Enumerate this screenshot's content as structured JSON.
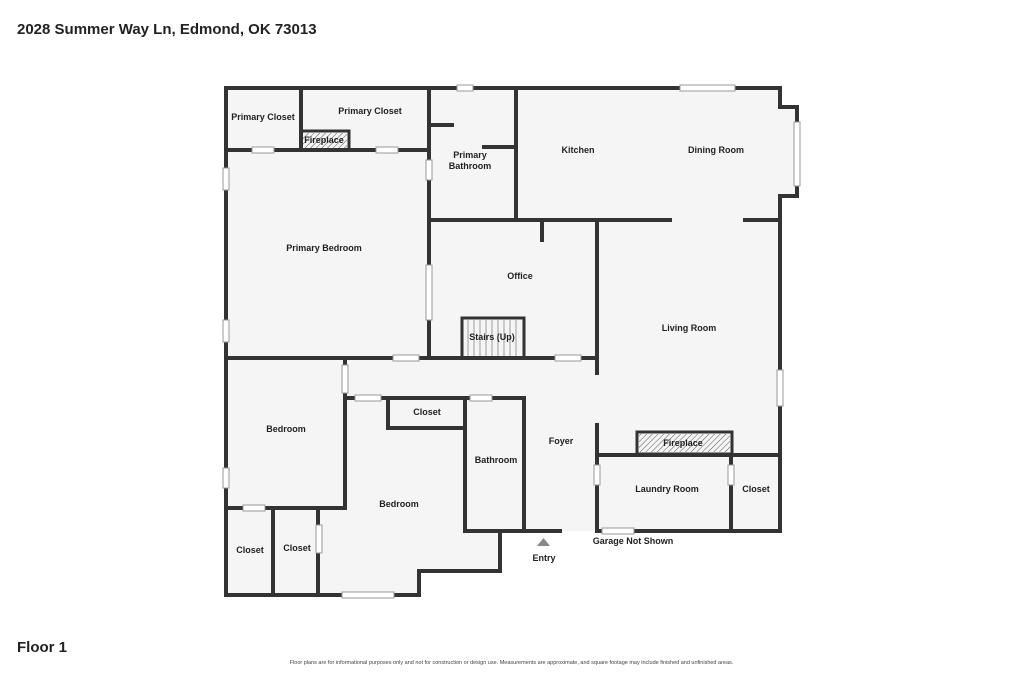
{
  "header": {
    "address": "2028 Summer Way Ln, Edmond, OK 73013"
  },
  "footer": {
    "floor": "Floor 1",
    "disclaimer": "Floor plans are for informational purposes only and not for construction or design use. Measurements are approximate, and square footage may include finished and unfinished areas."
  },
  "rooms": {
    "primary_closet_left": "Primary Closet",
    "primary_closet_right": "Primary Closet",
    "fireplace_primary": "Fireplace",
    "primary_bathroom_1": "Primary",
    "primary_bathroom_2": "Bathroom",
    "kitchen": "Kitchen",
    "dining_room": "Dining Room",
    "primary_bedroom": "Primary Bedroom",
    "office": "Office",
    "stairs": "Stairs (Up)",
    "living_room": "Living Room",
    "bedroom_left": "Bedroom",
    "closet_mid": "Closet",
    "foyer": "Foyer",
    "fireplace_living": "Fireplace",
    "bathroom": "Bathroom",
    "laundry_room": "Laundry Room",
    "closet_right": "Closet",
    "bedroom_center": "Bedroom",
    "closet_bottom_left": "Closet",
    "closet_bottom_mid": "Closet",
    "garage_note": "Garage Not Shown",
    "entry": "Entry"
  },
  "colors": {
    "wall": "#333333",
    "floor": "#f5f5f5",
    "window": "#cfcfcf"
  }
}
